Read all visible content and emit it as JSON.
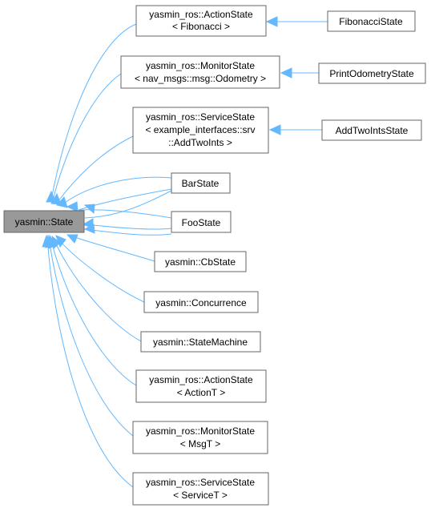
{
  "nodes": {
    "root": {
      "label": "yasmin::State"
    },
    "fibonacci_action": {
      "line1": "yasmin_ros::ActionState",
      "line2": "< Fibonacci >"
    },
    "fibonacci_state": {
      "label": "FibonacciState"
    },
    "odometry_monitor": {
      "line1": "yasmin_ros::MonitorState",
      "line2": "< nav_msgs::msg::Odometry >"
    },
    "print_odometry_state": {
      "label": "PrintOdometryState"
    },
    "addtwoints_service": {
      "line1": "yasmin_ros::ServiceState",
      "line2": "< example_interfaces::srv",
      "line3": "::AddTwoInts >"
    },
    "addtwoints_state": {
      "label": "AddTwoIntsState"
    },
    "bar_state": {
      "label": "BarState"
    },
    "foo_state": {
      "label": "FooState"
    },
    "cb_state": {
      "label": "yasmin::CbState"
    },
    "concurrence": {
      "label": "yasmin::Concurrence"
    },
    "state_machine": {
      "label": "yasmin::StateMachine"
    },
    "action_state_t": {
      "line1": "yasmin_ros::ActionState",
      "line2": "< ActionT >"
    },
    "monitor_state_t": {
      "line1": "yasmin_ros::MonitorState",
      "line2": "< MsgT >"
    },
    "service_state_t": {
      "line1": "yasmin_ros::ServiceState",
      "line2": "< ServiceT >"
    }
  },
  "colors": {
    "edge": "#63b8ff",
    "root_fill": "#999999",
    "node_fill": "#ffffff",
    "node_border": "#666666"
  }
}
